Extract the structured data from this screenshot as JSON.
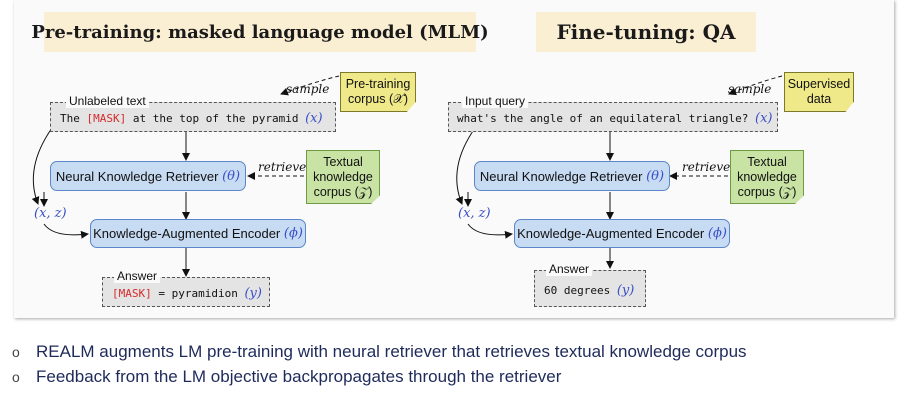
{
  "left": {
    "title": "Pre-training: masked language model (MLM)",
    "input_label": "Unlabeled text",
    "input_pre": "The ",
    "mask_token": "[MASK]",
    "input_post": " at the top of the pyramid ",
    "x_var": "(x)",
    "sample_label": "sample",
    "corpus_line1": "Pre-training",
    "corpus_line2": "corpus (𝒳)",
    "retriever": "Neural Knowledge Retriever",
    "retriever_var": "(θ)",
    "retrieve_label": "retrieve",
    "knowledge_line1": "Textual",
    "knowledge_line2": "knowledge",
    "knowledge_line3": "corpus (𝒵)",
    "xz": "(x, z)",
    "encoder": "Knowledge-Augmented Encoder",
    "encoder_var": "(ϕ)",
    "answer_label": "Answer",
    "answer_mask": "[MASK]",
    "answer_rest": " = pyramidion ",
    "y_var": "(y)"
  },
  "right": {
    "title": "Fine-tuning: QA",
    "input_label": "Input query",
    "input_text": "what's the angle of an equilateral triangle? ",
    "x_var": "(x)",
    "sample_label": "sample",
    "data_line1": "Supervised",
    "data_line2": "data",
    "retriever": "Neural Knowledge Retriever",
    "retriever_var": "(θ)",
    "retrieve_label": "retrieve",
    "knowledge_line1": "Textual",
    "knowledge_line2": "knowledge",
    "knowledge_line3": "corpus (𝒵)",
    "xz": "(x, z)",
    "encoder": "Knowledge-Augmented Encoder",
    "encoder_var": "(ϕ)",
    "answer_label": "Answer",
    "answer_text": "60 degrees ",
    "y_var": "(y)"
  },
  "bullets": [
    "REALM augments LM pre-training with neural retriever that retrieves textual knowledge corpus",
    "Feedback from the LM objective backpropagates through the retriever"
  ],
  "bullet_marker": "o"
}
